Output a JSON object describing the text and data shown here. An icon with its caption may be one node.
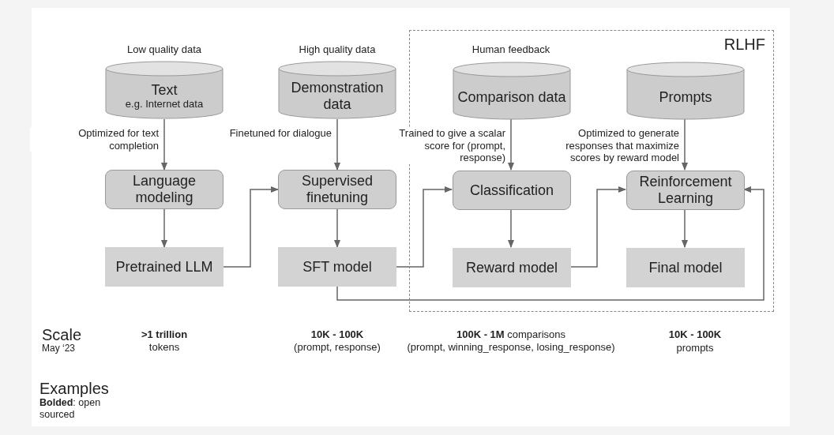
{
  "diagram": {
    "nodes": [
      {
        "text": [
          "RLHF"
        ]
      },
      {
        "text": [
          "Text",
          "e.g. Internet data"
        ],
        "beside": [
          "Low quality data"
        ]
      },
      {
        "text": [
          "Demonstration data"
        ],
        "beside": [
          "High quality data"
        ]
      },
      {
        "text": [
          "Comparison data"
        ],
        "beside": [
          "Human feedback"
        ],
        "in": 0
      },
      {
        "text": [
          "Prompts"
        ],
        "in": 0
      },
      {
        "text": [
          "Language modeling"
        ]
      },
      {
        "text": [
          "Supervised finetuning"
        ]
      },
      {
        "text": [
          "Classification"
        ],
        "in": 0
      },
      {
        "text": [
          "Reinforcement Learning"
        ],
        "in": 0
      },
      {
        "text": [
          "Pretrained LLM"
        ]
      },
      {
        "text": [
          "SFT model"
        ]
      },
      {
        "text": [
          "Reward model"
        ],
        "in": 0
      },
      {
        "text": [
          "Final model"
        ],
        "in": 0
      }
    ],
    "edges": [
      {
        "from": 1,
        "to": 5,
        "arrow": "to",
        "label": "Optimized for text completion"
      },
      {
        "from": 2,
        "to": 6,
        "arrow": "to",
        "label": "Finetuned for dialogue"
      },
      {
        "from": 3,
        "to": 7,
        "arrow": "to",
        "label": "Trained to give a scalar score for (prompt, response)"
      },
      {
        "from": 4,
        "to": 8,
        "arrow": "to",
        "label": "Optimized to generate responses that maximize scores by reward model"
      },
      {
        "from": 5,
        "to": 9,
        "arrow": "to"
      },
      {
        "from": 6,
        "to": 10,
        "arrow": "to"
      },
      {
        "from": 7,
        "to": 11,
        "arrow": "to"
      },
      {
        "from": 8,
        "to": 12,
        "arrow": "to"
      },
      {
        "from": 9,
        "to": 6,
        "arrow": "to"
      },
      {
        "from": 10,
        "to": 7,
        "arrow": "to"
      },
      {
        "from": 11,
        "to": 8,
        "arrow": "to"
      },
      {
        "from": 10,
        "to": 8,
        "arrow": "to"
      }
    ],
    "labels": [
      "Scale",
      "May ‘23",
      ">1 trillion",
      "tokens",
      "10K - 100K",
      "(prompt, response)",
      "**100K - 1M** comparisons",
      "(prompt, winning_response, losing_response)",
      "10K - 100K",
      "prompts",
      "Examples",
      "**Bolded**: open sourced"
    ]
  }
}
